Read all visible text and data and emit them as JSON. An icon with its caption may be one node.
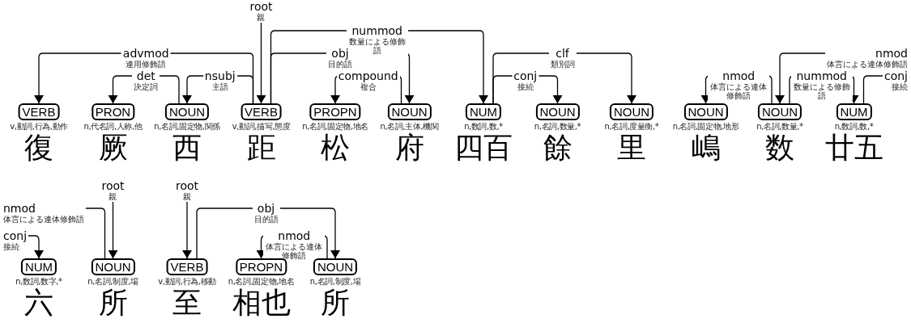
{
  "diagram": {
    "nodes": [
      {
        "text": [
          "VERB"
        ],
        "beside": [
          "v,動詞,行為,動作",
          "復"
        ]
      },
      {
        "text": [
          "PRON"
        ],
        "beside": [
          "n,代名詞,人称,他",
          "厥"
        ]
      },
      {
        "text": [
          "NOUN"
        ],
        "beside": [
          "n,名詞,固定物,関係",
          "西"
        ]
      },
      {
        "text": [
          "VERB"
        ],
        "beside": [
          "v,動詞,描写,態度",
          "距"
        ]
      },
      {
        "text": [
          "PROPN"
        ],
        "beside": [
          "n,名詞,固定物,地名",
          "松"
        ]
      },
      {
        "text": [
          "NOUN"
        ],
        "beside": [
          "n,名詞,主体,機関",
          "府"
        ]
      },
      {
        "text": [
          "NUM"
        ],
        "beside": [
          "n,数詞,数,*",
          "四百"
        ]
      },
      {
        "text": [
          "NOUN"
        ],
        "beside": [
          "n,名詞,数量,*",
          "餘"
        ]
      },
      {
        "text": [
          "NOUN"
        ],
        "beside": [
          "n,名詞,度量衡,*",
          "里"
        ]
      },
      {
        "text": [
          "NOUN"
        ],
        "beside": [
          "n,名詞,固定物,地形",
          "嶋"
        ]
      },
      {
        "text": [
          "NOUN"
        ],
        "beside": [
          "n,名詞,数量,*",
          "数"
        ]
      },
      {
        "text": [
          "NUM"
        ],
        "beside": [
          "n,数詞,数,*",
          "廿五"
        ]
      },
      {
        "text": [
          "NUM"
        ],
        "beside": [
          "n,数詞,数字,*",
          "六"
        ]
      },
      {
        "text": [
          "NOUN"
        ],
        "beside": [
          "n,名詞,制度,場",
          "所"
        ]
      },
      {
        "text": [
          "VERB"
        ],
        "beside": [
          "v,動詞,行為,移動",
          "至"
        ]
      },
      {
        "text": [
          "PROPN"
        ],
        "beside": [
          "n,名詞,固定物,地名",
          "相也"
        ]
      },
      {
        "text": [
          "NOUN"
        ],
        "beside": [
          "n,名詞,制度,場",
          "所"
        ]
      }
    ],
    "edges": [
      {
        "from": null,
        "to": 3,
        "arrow": "to",
        "label": "root 親"
      },
      {
        "from": 3,
        "to": 0,
        "arrow": "to",
        "label": "advmod 連用修飾語"
      },
      {
        "from": 2,
        "to": 1,
        "arrow": "to",
        "label": "det 決定詞"
      },
      {
        "from": 3,
        "to": 2,
        "arrow": "to",
        "label": "nsubj 主語"
      },
      {
        "from": 3,
        "to": 6,
        "arrow": "to",
        "label": "nummod 数量による修飾語"
      },
      {
        "from": 3,
        "to": 5,
        "arrow": "to",
        "label": "obj 目的語"
      },
      {
        "from": 5,
        "to": 4,
        "arrow": "to",
        "label": "compound 複合"
      },
      {
        "from": 6,
        "to": 8,
        "arrow": "to",
        "label": "clf 類別詞"
      },
      {
        "from": 6,
        "to": 7,
        "arrow": "to",
        "label": "conj 接続"
      },
      {
        "from": 10,
        "to": 9,
        "arrow": "to",
        "label": "nmod 体言による連体修飾語"
      },
      {
        "from": null,
        "to": 10,
        "arrow": "to",
        "label": "nmod 体言による連体修飾語"
      },
      {
        "from": 10,
        "to": 11,
        "arrow": "to",
        "label": "nummod 数量による修飾語"
      },
      {
        "from": 11,
        "to": null,
        "arrow": "none",
        "label": "conj 接続"
      },
      {
        "from": null,
        "to": 13,
        "arrow": "to",
        "label": "root 親"
      },
      {
        "from": 13,
        "to": null,
        "arrow": "none",
        "label": "nmod 体言による連体修飾語"
      },
      {
        "from": null,
        "to": 12,
        "arrow": "to",
        "label": "conj 接続"
      },
      {
        "from": null,
        "to": 14,
        "arrow": "to",
        "label": "root 親"
      },
      {
        "from": 14,
        "to": 16,
        "arrow": "to",
        "label": "obj 目的語"
      },
      {
        "from": 16,
        "to": 15,
        "arrow": "to",
        "label": "nmod 体言による連体修飾語"
      }
    ]
  }
}
